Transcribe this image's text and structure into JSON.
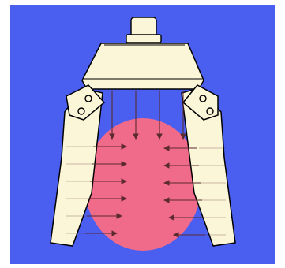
{
  "diagram": {
    "subject": "gripper-holding-ball",
    "colors": {
      "frame": "#ffffff",
      "background": "#4a5ff0",
      "body_fill": "#fbf6d8",
      "outline": "#000000",
      "ball": "#f06a8a",
      "force_arrow": "#5a2a30"
    },
    "components": {
      "body": "gripper-body",
      "cap": "mounting-cap",
      "left_finger": "left-gripper-finger",
      "right_finger": "right-gripper-finger",
      "object": "gripped-ball"
    },
    "forces": {
      "downward_count": 4,
      "left_side_count": 6,
      "right_side_count": 6
    }
  }
}
